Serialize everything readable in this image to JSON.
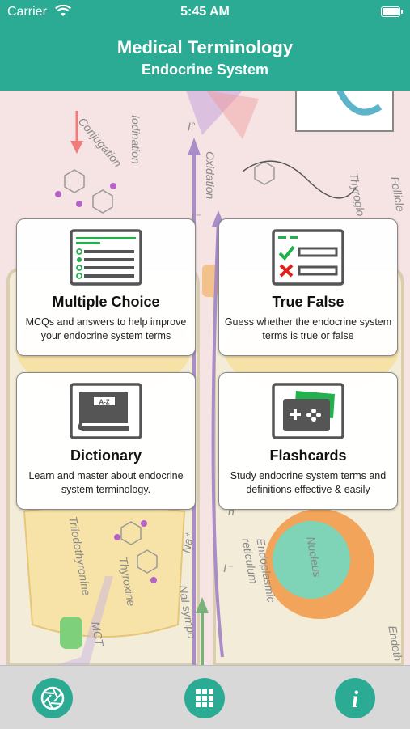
{
  "status": {
    "carrier": "Carrier",
    "time": "5:45 AM"
  },
  "header": {
    "title": "Medical Terminology",
    "subtitle": "Endocrine System"
  },
  "background": {
    "labels": [
      "Iodination",
      "Conjugation",
      "Oxidation",
      "Thyroglo",
      "Follicle",
      "I⁻",
      "I⁻",
      "I°",
      "Triiodothyronine",
      "Thyroxine",
      "MCT",
      "Na⁺",
      "NaI sympo",
      "Endoplasmic",
      "reticulum",
      "Nucleus",
      "Endoth",
      "n"
    ]
  },
  "cards": [
    {
      "title": "Multiple Choice",
      "desc": "MCQs and answers to help improve your endocrine system terms"
    },
    {
      "title": "True False",
      "desc": "Guess whether the endocrine system terms is true or false"
    },
    {
      "title": "Dictionary",
      "desc": "Learn and master about endocrine system terminology.",
      "book_label": "A-Z"
    },
    {
      "title": "Flashcards",
      "desc": "Study endocrine system terms and definitions effective & easily"
    }
  ],
  "tabbar": {
    "info_label": "i"
  },
  "colors": {
    "accent": "#2bab93",
    "tabbar": "#d8d8d8",
    "icon_dark": "#555555",
    "icon_green": "#22b14c",
    "icon_red": "#e0201b"
  }
}
